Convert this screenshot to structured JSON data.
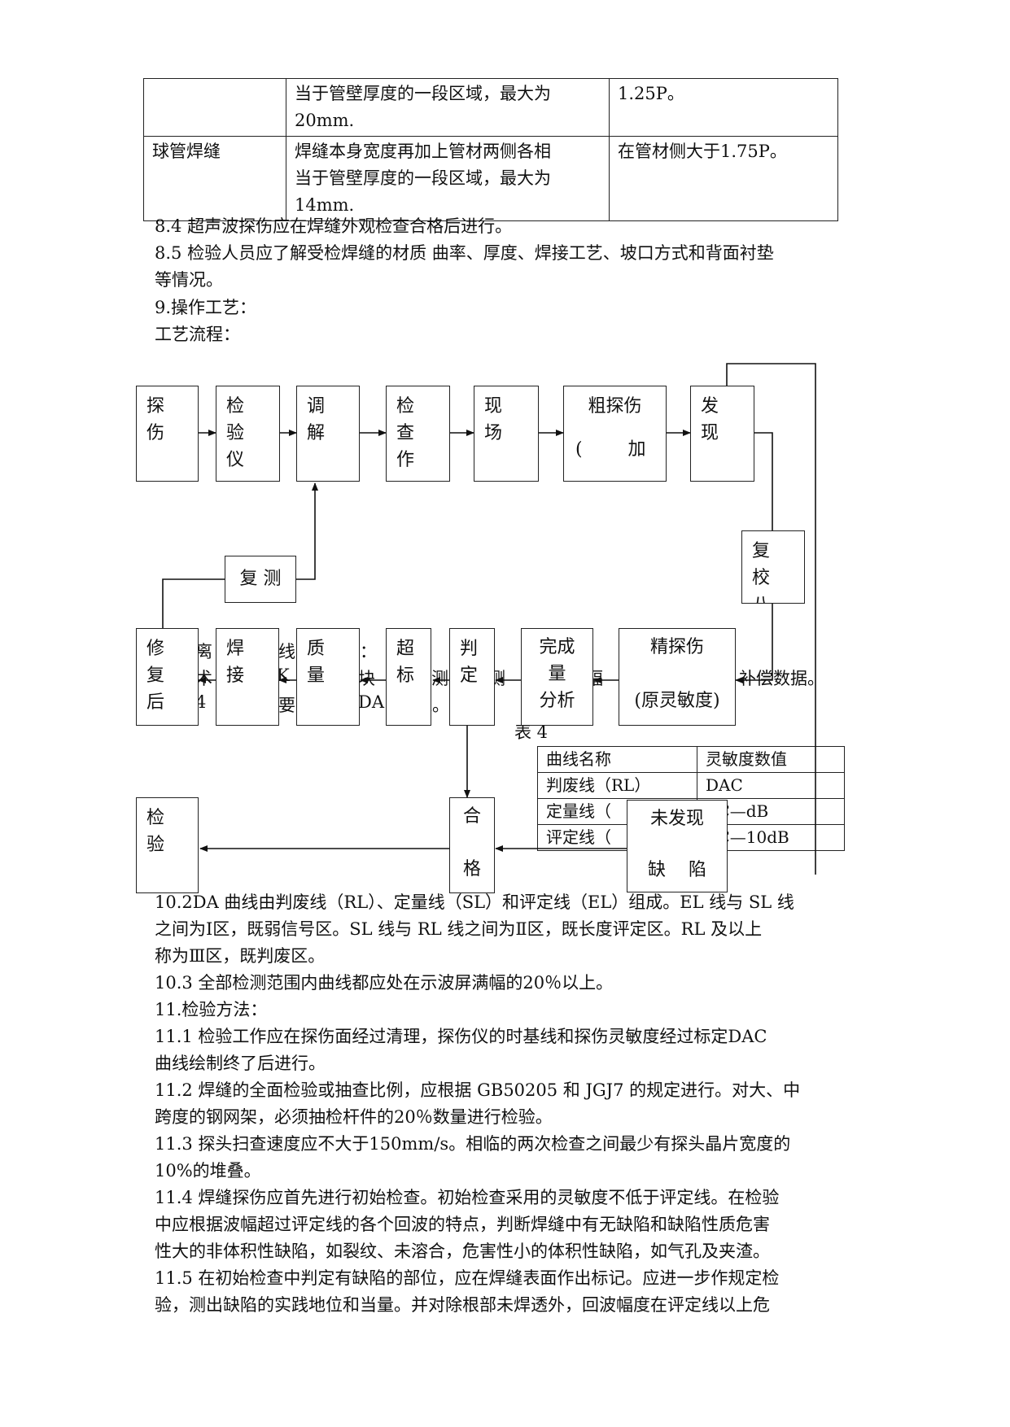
{
  "top_table": {
    "rows": [
      {
        "col1": "",
        "col2": "当于管壁厚度的一段区域，最大为\n20mm.",
        "col3": "1.25P。"
      },
      {
        "col1": "球管焊缝",
        "col2": "焊缝本身宽度再加上管材两侧各相\n当于管壁厚度的一段区域，最大为\n14mm.",
        "col3": "在管材侧大于1.75P。"
      }
    ]
  },
  "text_before": [
    "8.4 超声波探伤应在焊缝外观检查合格后进行。",
    "8.5 检验人员应了解受检焊缝的材质 曲率、厚度、焊接工艺、坡口方式和背面衬垫",
    "等情况。",
    "9.操作工艺：",
    "工艺流程："
  ],
  "flow_boxes": {
    "tanshang": "探\n伤",
    "jianyanyi": "检\n验\n仪",
    "tiaojie": "调\n解",
    "jianchazuo": "检\n查\n作",
    "xianchang": "现\n场",
    "cutanshang_a": "粗探伤",
    "cutanshang_b": "(        加",
    "faxian": "发\n现",
    "fujiao": "复\n校\n八",
    "fuce": "复 测",
    "xiufuhou": "修\n复\n后",
    "hanjie": "焊\n接",
    "zhiliang": "质\n量",
    "chaobiao": "超\n标",
    "panding": "判\n定",
    "wancheng": "完成\n量\n分析",
    "jingtanshang_a": "精探伤",
    "jingtanshang_b": "(原灵敏度)",
    "jianyan": "检\n验",
    "hege_a": "合",
    "hege_b": "格",
    "weifaxian_a": "未发现",
    "weifaxian_b": "缺    陷"
  },
  "hidden_fragments": {
    "f1": "离",
    "f2": "线",
    "f3": "：",
    "f4": "术",
    "f5": "K",
    "f6": "块",
    "f7": "测",
    "f8": "测",
    "f9": "幅",
    "f10": "补偿数据。",
    "f11": "4",
    "f12": "要",
    "f13": "DA",
    "f14": "线。"
  },
  "table4": {
    "caption": "表 4",
    "header": [
      "曲线名称",
      "灵敏度数值"
    ],
    "rows": [
      [
        "判废线（RL）",
        "DAC"
      ],
      [
        "定量线（",
        "AC—dB"
      ],
      [
        "评定线（",
        "AC—10dB"
      ]
    ]
  },
  "text_after": [
    "10.2DA 曲线由判废线（RL）、定量线（SL）和评定线（EL）组成。EL 线与 SL 线",
    "之间为Ⅰ区，既弱信号区。SL 线与 RL 线之间为Ⅱ区，既长度评定区。RL 及以上",
    "称为Ⅲ区，既判废区。",
    "10.3 全部检测范围内曲线都应处在示波屏满幅的20％以上。",
    "11.检验方法：",
    "11.1 检验工作应在探伤面经过清理，探伤仪的时基线和探伤灵敏度经过标定DAC",
    "曲线绘制终了后进行。",
    "11.2 焊缝的全面检验或抽查比例，应根据 GB50205 和 JGJ7 的规定进行。对大、中",
    "跨度的钢网架，必须抽检杆件的20％数量进行检验。",
    "11.3 探头扫查速度应不大于150mm/s。相临的两次检查之间最少有探头晶片宽度的",
    "10%的堆叠。",
    "11.4 焊缝探伤应首先进行初始检查。初始检查采用的灵敏度不低于评定线。在检验",
    "中应根据波幅超过评定线的各个回波的特点，判断焊缝中有无缺陷和缺陷性质危害",
    "性大的非体积性缺陷，如裂纹、未溶合，危害性小的体积性缺陷，如气孔及夹渣。",
    "11.5 在初始检查中判定有缺陷的部位，应在焊缝表面作出标记。应进一步作规定检",
    "验，测出缺陷的实践地位和当量。并对除根部未焊透外，回波幅度在评定线以上危"
  ]
}
